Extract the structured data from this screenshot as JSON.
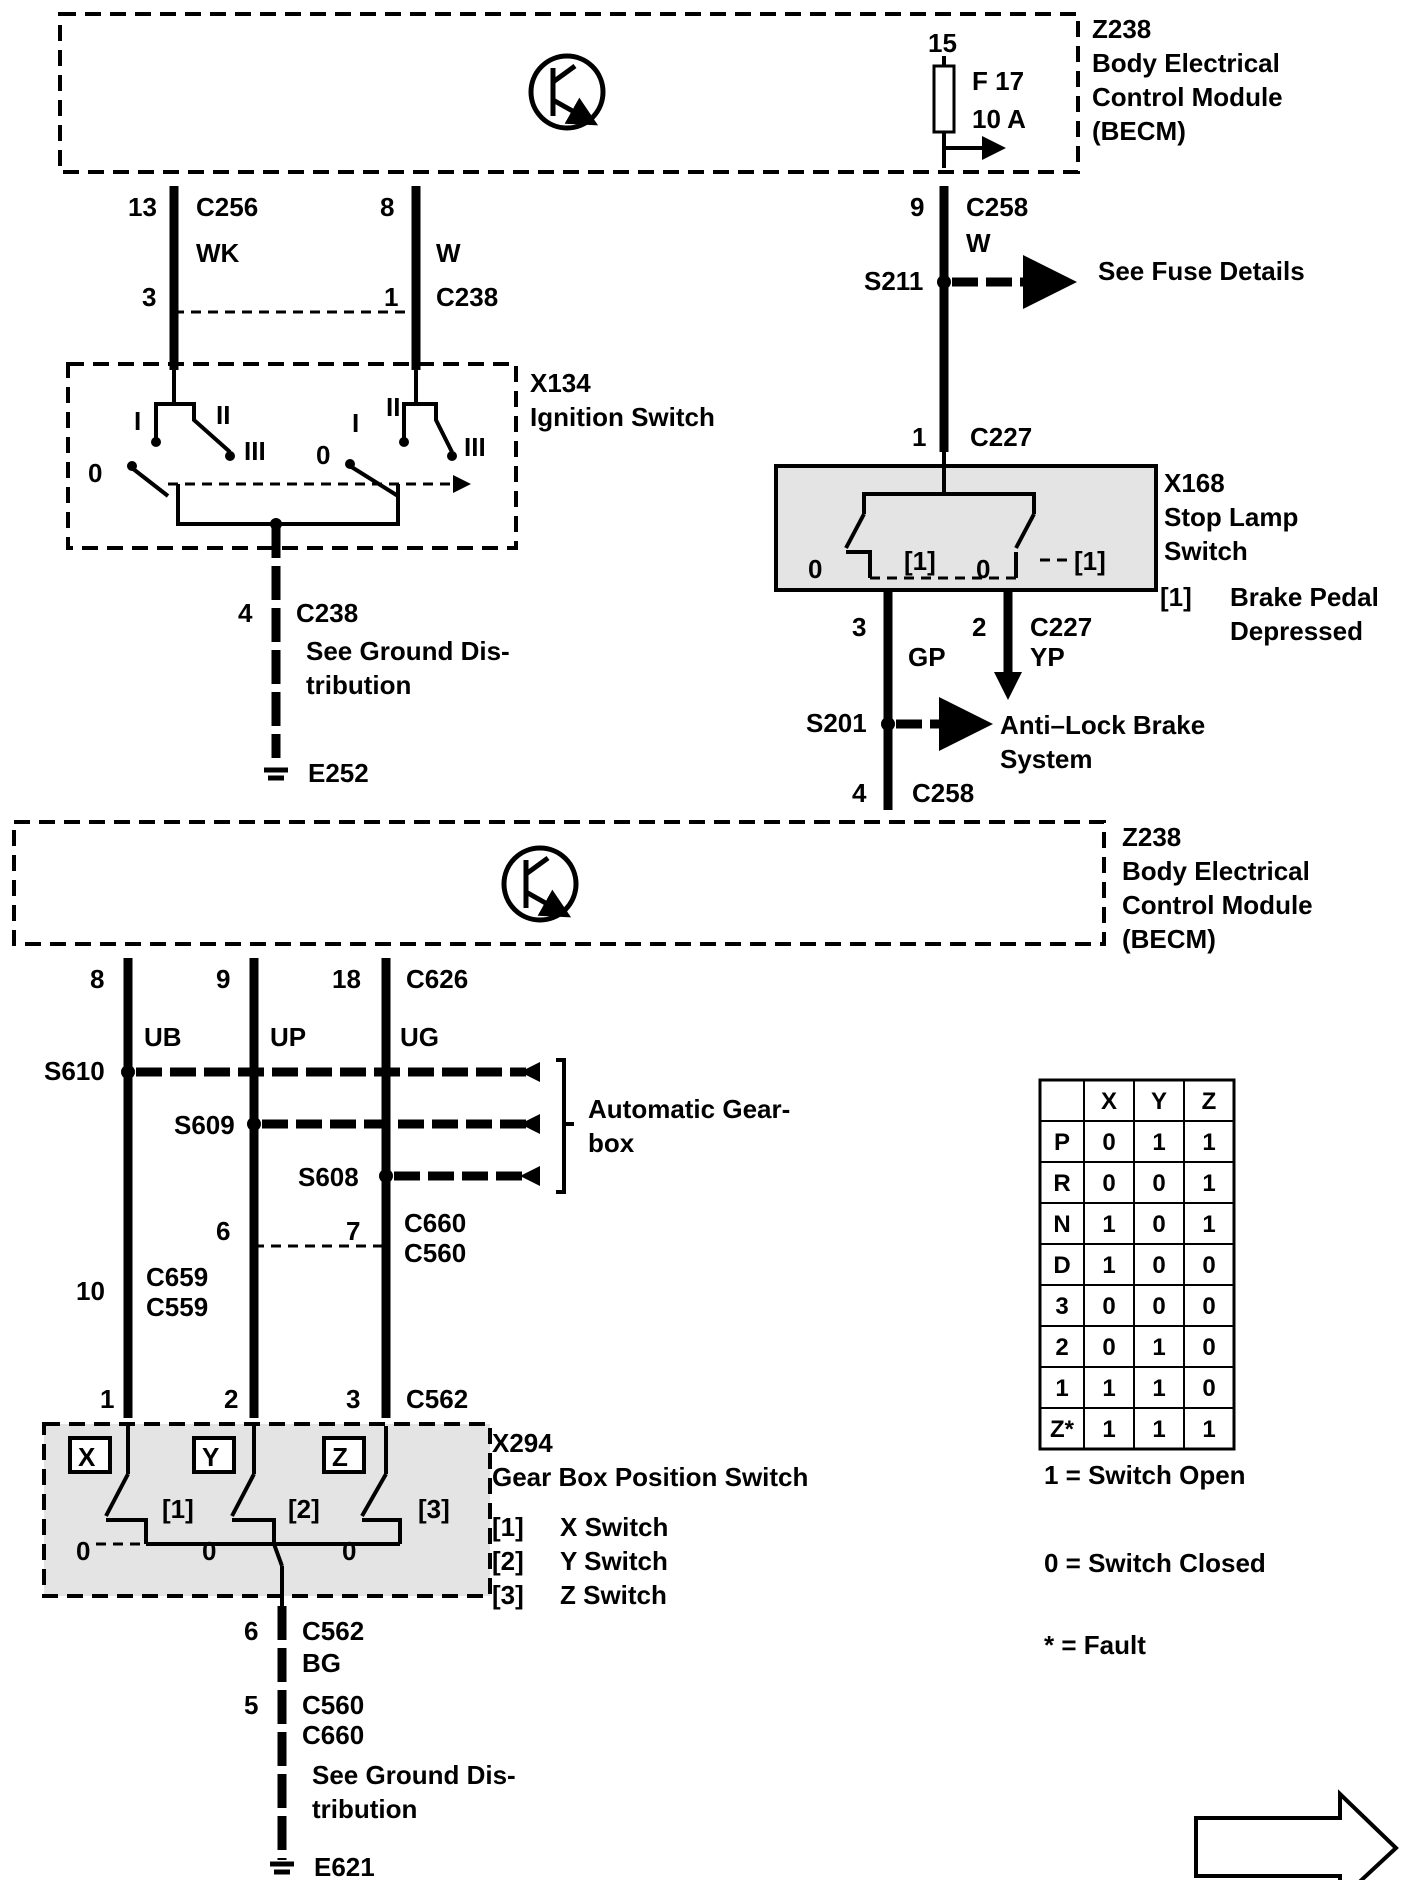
{
  "becm_top": {
    "ref": "Z238",
    "name_line1": "Body Electrical",
    "name_line2": "Control Module",
    "name_line3": "(BECM)"
  },
  "fuse": {
    "pin": "15",
    "id": "F 17",
    "rating": "10 A"
  },
  "wires_top": {
    "pin13": "13",
    "c256": "C256",
    "wk": "WK",
    "pin8": "8",
    "w": "W",
    "pin3": "3",
    "pin1": "1",
    "c238": "C238",
    "pin9": "9",
    "c258": "C258",
    "w2": "W",
    "s211": "S211",
    "fuse_details": "See Fuse Details"
  },
  "ignition": {
    "ref": "X134",
    "name": "Ignition Switch",
    "pos_i": "I",
    "pos_ii": "II",
    "pos_iii": "III",
    "pos_0": "0"
  },
  "ground1": {
    "pin": "4",
    "conn": "C238",
    "text_line1": "See Ground Dis-",
    "text_line2": "tribution",
    "ground": "E252"
  },
  "stoplamp": {
    "pin_in": "1",
    "conn_in": "C227",
    "ref": "X168",
    "name_line1": "Stop Lamp",
    "name_line2": "Switch",
    "contact": "[1]",
    "pos_0": "0",
    "note_ref": "[1]",
    "note_line1": "Brake Pedal",
    "note_line2": "Depressed",
    "pin3": "3",
    "pin2": "2",
    "conn_out": "C227",
    "gp": "GP",
    "yp": "YP",
    "s201": "S201",
    "abs_line1": "Anti–Lock Brake",
    "abs_line2": "System",
    "pin4": "4",
    "c258": "C258"
  },
  "becm_bottom": {
    "ref": "Z238",
    "name_line1": "Body Electrical",
    "name_line2": "Control Module",
    "name_line3": "(BECM)"
  },
  "gearwires": {
    "pin8": "8",
    "pin9": "9",
    "pin18": "18",
    "c626": "C626",
    "ub": "UB",
    "up": "UP",
    "ug": "UG",
    "s610": "S610",
    "s609": "S609",
    "s608": "S608",
    "auto_line1": "Automatic Gear-",
    "auto_line2": "box",
    "pin6": "6",
    "pin7": "7",
    "c660": "C660",
    "c560": "C560",
    "pin10": "10",
    "c659": "C659",
    "c559": "C559",
    "pin1": "1",
    "pin2": "2",
    "pin3": "3",
    "c562": "C562"
  },
  "gearswitch": {
    "ref": "X294",
    "name": "Gear Box Position Switch",
    "x": "X",
    "y": "Y",
    "z": "Z",
    "c1": "[1]",
    "c2": "[2]",
    "c3": "[3]",
    "pos_0": "0",
    "legend1_ref": "[1]",
    "legend1": "X Switch",
    "legend2_ref": "[2]",
    "legend2": "Y Switch",
    "legend3_ref": "[3]",
    "legend3": "Z Switch"
  },
  "ground2": {
    "pin6": "6",
    "c562": "C562",
    "bg": "BG",
    "pin5": "5",
    "c560": "C560",
    "c660": "C660",
    "text_line1": "See Ground Dis-",
    "text_line2": "tribution",
    "ground": "E621"
  },
  "truth_table": {
    "headers": [
      "",
      "X",
      "Y",
      "Z"
    ],
    "rows": [
      [
        "P",
        "0",
        "1",
        "1"
      ],
      [
        "R",
        "0",
        "0",
        "1"
      ],
      [
        "N",
        "1",
        "0",
        "1"
      ],
      [
        "D",
        "1",
        "0",
        "0"
      ],
      [
        "3",
        "0",
        "0",
        "0"
      ],
      [
        "2",
        "0",
        "1",
        "0"
      ],
      [
        "1",
        "1",
        "1",
        "0"
      ],
      [
        "Z*",
        "1",
        "1",
        "1"
      ]
    ]
  },
  "key": {
    "open": "1 = Switch Open",
    "closed": "0 = Switch Closed",
    "fault": "* = Fault"
  }
}
